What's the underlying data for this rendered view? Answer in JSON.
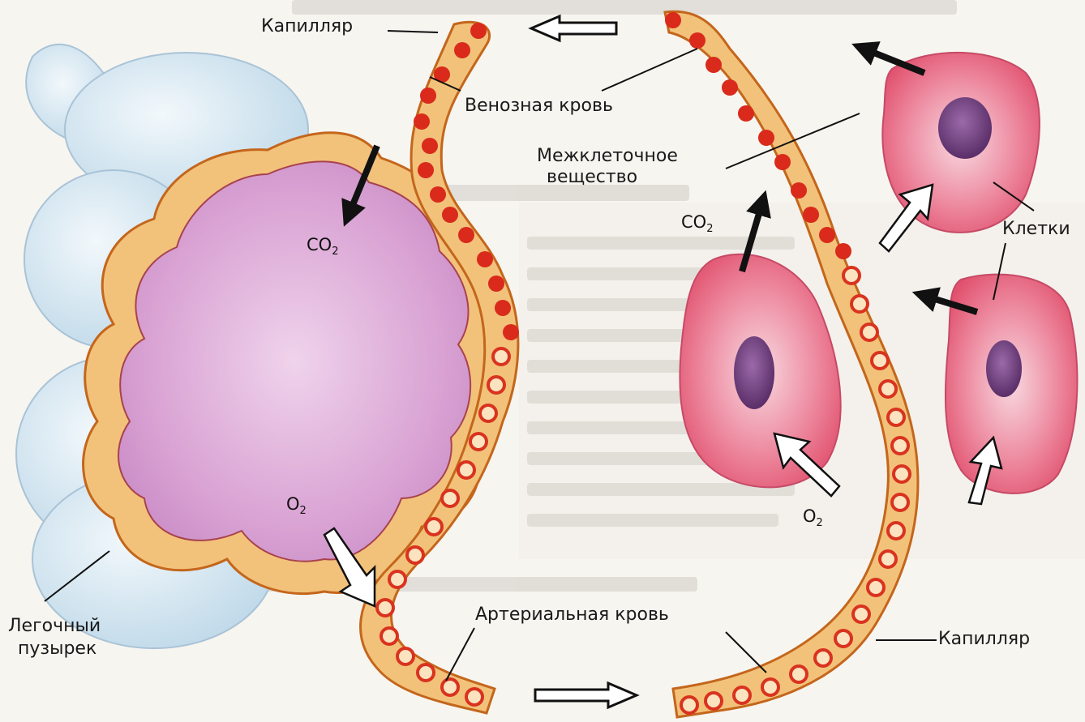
{
  "labels": {
    "capillary_top": "Капилляр",
    "venous_blood": "Венозная кровь",
    "intercellular": "Межклеточное\nвещество",
    "intercellular_line1": "Межклеточное",
    "intercellular_line2": "вещество",
    "cells": "Клетки",
    "lung_vesicle_line1": "Легочный",
    "lung_vesicle_line2": "пузырек",
    "arterial_blood": "Артериальная кровь",
    "capillary_bottom": "Капилляр"
  },
  "gases": {
    "co2_base": "CO",
    "co2_sub": "2",
    "o2_base": "O",
    "o2_sub": "2"
  },
  "colors": {
    "capillary_fill": "#f2c27a",
    "capillary_edge": "#c4661c",
    "alveolus_fill": "#dca7d6",
    "venous_rbc": "#d92a1c",
    "arterial_rbc_ring": "#d9331f",
    "cell_fill": "#e8607a",
    "cell_nucleus": "#6a3a78",
    "lung_blue": "#cfe3ef"
  },
  "icons": [
    "arrow-left-outline-icon",
    "arrow-right-outline-icon",
    "co2-arrow-icon",
    "o2-arrow-icon"
  ]
}
